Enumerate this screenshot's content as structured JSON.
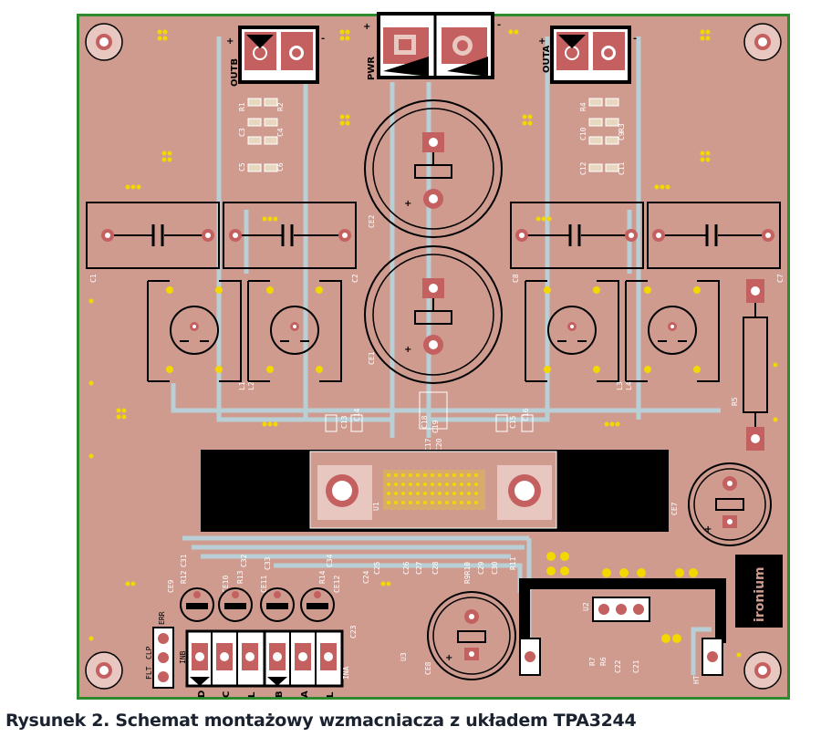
{
  "caption": "Rysunek 2. Schemat montażowy wzmacniacza z układem TPA3244",
  "colors": {
    "board": "#cf9b8f",
    "trace": "#b9cfd6",
    "pad": "#f2d800",
    "copper_pad": "#c46060",
    "outline": "#000000",
    "edge": "#2d8a2d"
  },
  "connectors": {
    "outb": {
      "name": "OUTB",
      "plus": "+",
      "minus": "-"
    },
    "pwr": {
      "name": "PWR",
      "plus": "+",
      "minus": "-"
    },
    "outa": {
      "name": "OUTA",
      "plus": "+",
      "minus": "-"
    },
    "inb": {
      "name": "INB",
      "pins": [
        "D",
        "C",
        "L"
      ]
    },
    "ina": {
      "name": "INA",
      "pins": [
        "B",
        "A",
        "L"
      ]
    },
    "err_block": {
      "labels": [
        "FLT",
        "CLP",
        "ERR"
      ]
    },
    "ht": "HT"
  },
  "labels": {
    "r1": "R1",
    "r2": "R2",
    "c3": "C3",
    "c4": "C4",
    "c5": "C5",
    "c6": "C6",
    "r3": "R3",
    "r4": "R4",
    "c9": "C9",
    "c10": "C10",
    "c11": "C11",
    "c12": "C12",
    "c1": "C1",
    "c2": "C2",
    "c7": "C7",
    "c8": "C8",
    "ce1": "CE1",
    "ce2": "CE2",
    "ce7": "CE7",
    "ce8": "CE8",
    "ce9": "CE9",
    "ce10": "CE10",
    "ce11": "CE11",
    "ce12": "CE12",
    "l1": "L1",
    "l2": "L2",
    "l3": "L3",
    "l4": "L4",
    "r5": "R5",
    "c13": "C13",
    "c14": "C14",
    "c15": "C15",
    "c16": "C16",
    "c17": "C17",
    "c18": "C18",
    "c19": "C19",
    "c20": "C20",
    "u1": "U1",
    "u2": "U2",
    "u3": "U3",
    "c24": "C24",
    "c25": "C25",
    "c26": "C26",
    "c27": "C27",
    "c28": "C28",
    "c29": "C29",
    "c30": "C30",
    "r9r10": "R9R10",
    "r11": "R11",
    "c23": "C23",
    "r6": "R6",
    "r7": "R7",
    "c21": "C21",
    "c22": "C22",
    "r12": "R12",
    "r13": "R13",
    "r14": "R14",
    "c31": "C31",
    "c32": "C32",
    "c33": "C33",
    "c34": "C34",
    "logo": "ironium"
  }
}
